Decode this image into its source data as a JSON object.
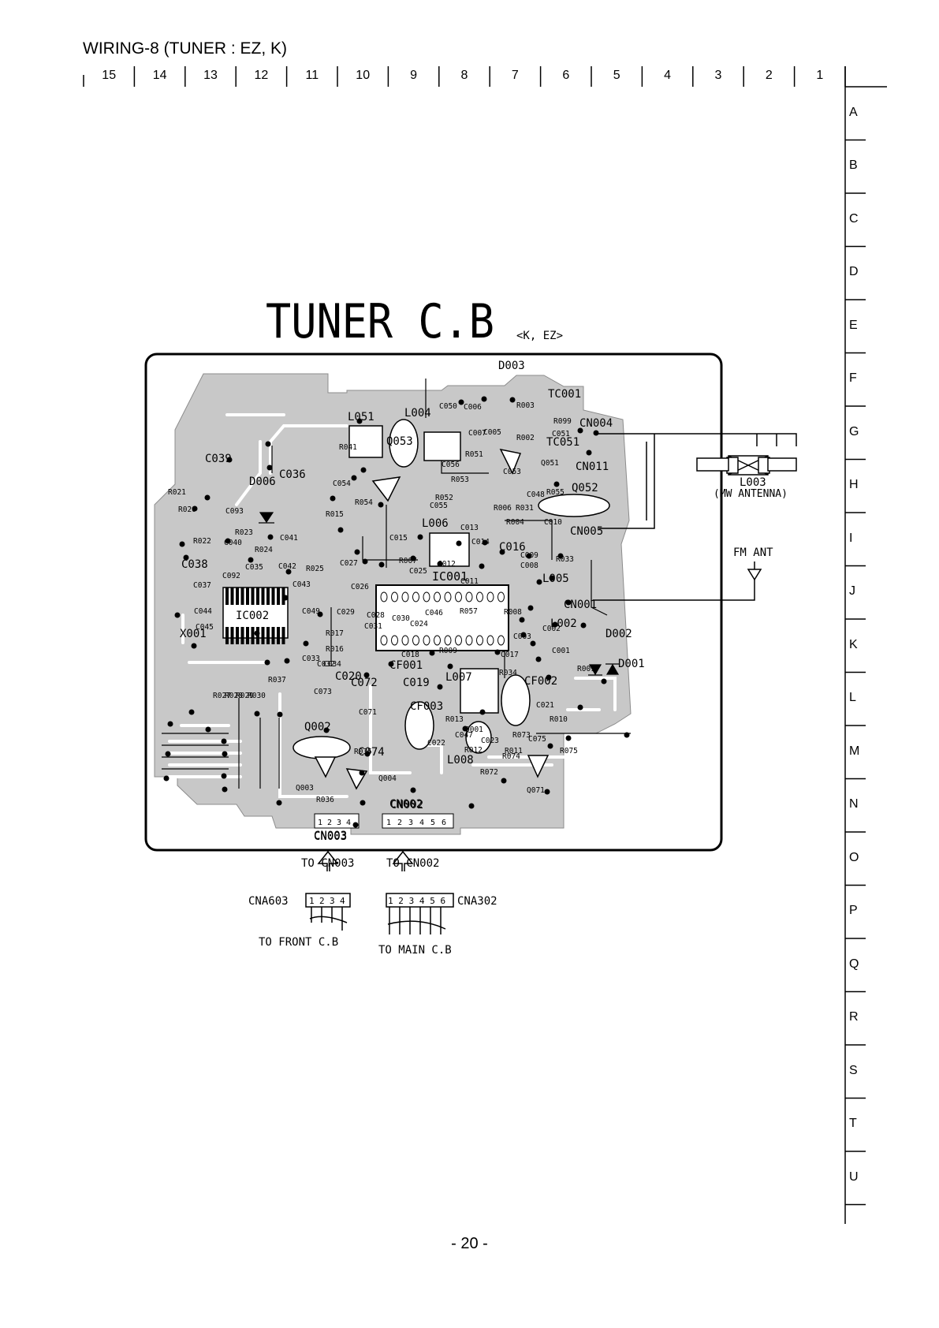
{
  "document": {
    "title": "WIRING-8 (TUNER : EZ, K)",
    "page_number": "- 20 -"
  },
  "grid": {
    "columns": [
      "15",
      "14",
      "13",
      "12",
      "11",
      "10",
      "9",
      "8",
      "7",
      "6",
      "5",
      "4",
      "3",
      "2",
      "1"
    ],
    "rows": [
      "A",
      "B",
      "C",
      "D",
      "E",
      "F",
      "G",
      "H",
      "I",
      "J",
      "K",
      "L",
      "M",
      "N",
      "O",
      "P",
      "Q",
      "R",
      "S",
      "T",
      "U"
    ]
  },
  "board": {
    "title": "TUNER C.B",
    "variant": "<K, EZ>"
  },
  "external": {
    "mw_antenna_ref": "L003",
    "mw_antenna_label": "(MW ANTENNA)",
    "fm_antenna_label": "FM ANT"
  },
  "connectors": {
    "left": {
      "board_ref": "CN003",
      "to_label": "TO CN003",
      "cable_ref": "CNA603",
      "pins": [
        "1",
        "2",
        "3",
        "4"
      ],
      "dest_label": "TO FRONT C.B"
    },
    "right": {
      "board_ref": "CN002",
      "to_label": "TO CN002",
      "cable_ref": "CNA302",
      "pins": [
        "1",
        "2",
        "3",
        "4",
        "5",
        "6"
      ],
      "dest_label": "TO MAIN C.B"
    }
  },
  "components": [
    "TC001",
    "CN004",
    "TC051",
    "CN011",
    "Q052",
    "CN005",
    "L005",
    "CN001",
    "L002",
    "D002",
    "D001",
    "C001",
    "R001",
    "D003",
    "R003",
    "R099",
    "R002",
    "C051",
    "R055",
    "Q051",
    "C053",
    "R031",
    "C048",
    "R006",
    "R004",
    "C010",
    "C009",
    "C008",
    "R033",
    "C006",
    "C007",
    "C005",
    "C050",
    "L004",
    "C056",
    "R051",
    "R053",
    "R052",
    "C055",
    "L051",
    "R041",
    "Q053",
    "C054",
    "R054",
    "R015",
    "C039",
    "R021",
    "R020",
    "R022",
    "C093",
    "D006",
    "C036",
    "R023",
    "C040",
    "R024",
    "C041",
    "C042",
    "C035",
    "C038",
    "C037",
    "C034",
    "C044",
    "X001",
    "C045",
    "C092",
    "IC002",
    "R025",
    "C027",
    "C043",
    "C026",
    "C028",
    "C049",
    "C029",
    "C031",
    "C030",
    "C015",
    "R007",
    "C025",
    "L006",
    "C013",
    "C012",
    "C014",
    "C016",
    "C011",
    "IC001",
    "C024",
    "C046",
    "R057",
    "R008",
    "C003",
    "C002",
    "R017",
    "R016",
    "C018",
    "R009",
    "C017",
    "C020",
    "C019",
    "CF001",
    "C033",
    "C032",
    "R037",
    "R027",
    "R028",
    "R029",
    "R030",
    "C073",
    "C072",
    "C071",
    "C074",
    "Q002",
    "R035",
    "Q003",
    "Q004",
    "R036",
    "CN002",
    "CN003",
    "CF003",
    "L007",
    "R013",
    "C022",
    "C047",
    "R012",
    "R034",
    "CF002",
    "Q001",
    "C023",
    "R011",
    "C021",
    "R010",
    "C075",
    "R074",
    "R072",
    "R073",
    "R075",
    "Q071",
    "L008"
  ]
}
